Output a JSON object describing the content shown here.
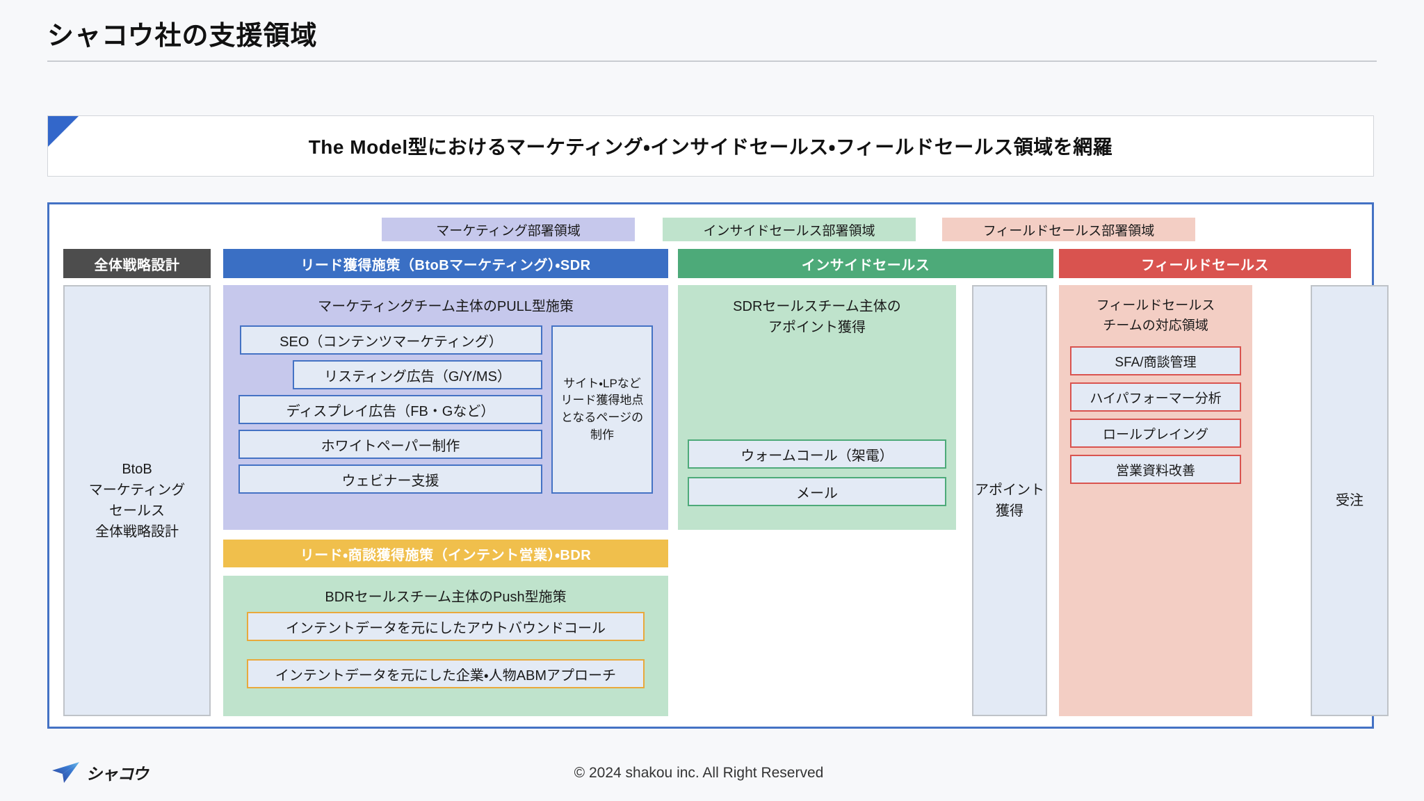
{
  "page": {
    "title": "シャコウ社の支援領域",
    "banner": "The Model型におけるマーケティング・インサイドセールス・フィールドセールス領域を網羅"
  },
  "legend": [
    {
      "label": "マーケティング部署領域",
      "color": "#c6c8ec"
    },
    {
      "label": "インサイドセールス部署領域",
      "color": "#bfe3cc"
    },
    {
      "label": "フィールドセールス部署領域",
      "color": "#f3cec4"
    }
  ],
  "headers": [
    {
      "label": "全体戦略設計",
      "color": "#4d4d4d"
    },
    {
      "label": "リード獲得施策（BtoBマーケティング）・SDR",
      "color": "#3a6fc4"
    },
    {
      "label": "インサイドセールス",
      "color": "#4daa79"
    },
    {
      "label": "フィールドセールス",
      "color": "#d9534f"
    }
  ],
  "columns": {
    "strategy": {
      "label": "BtoB\nマーケティング\nセールス\n全体戦略設計"
    },
    "appointment": {
      "label": "アポイント\n獲得"
    },
    "order": {
      "label": "受注"
    }
  },
  "marketing": {
    "pull": {
      "title": "マーケティングチーム主体のPULL型施策",
      "items": [
        "SEO（コンテンツマーケティング）",
        "リスティング広告（G/Y/MS）",
        "ディスプレイ広告（FB・Gなど）",
        "ホワイトペーパー制作",
        "ウェビナー支援"
      ],
      "side_box": "サイト・LPなど\nリード獲得地点\nとなるページの\n制作"
    },
    "bdr_bar": "リード・商談獲得施策（インテント営業）・BDR",
    "push": {
      "title": "BDRセールスチーム主体のPush型施策",
      "items": [
        "インテントデータを元にしたアウトバウンドコール",
        "インテントデータを元にした企業・人物ABMアプローチ"
      ]
    }
  },
  "inside_sales": {
    "title": "SDRセールスチーム主体の\nアポイント獲得",
    "items": [
      "ウォームコール（架電）",
      "メール"
    ]
  },
  "field_sales": {
    "title": "フィールドセールス\nチームの対応領域",
    "items": [
      "SFA/商談管理",
      "ハイパフォーマー分析",
      "ロールプレイング",
      "営業資料改善"
    ]
  },
  "footer": {
    "logo_text": "シャコウ",
    "copyright": "© 2024 shakou inc. All Right Reserved"
  },
  "colors": {
    "accent_blue": "#4472c4",
    "banner_corner": "#3367ca",
    "marketing": "#c6c8ec",
    "inside_sales": "#bfe3cc",
    "field_sales": "#f3cec4",
    "bdr_orange": "#f0bf4c",
    "box_fill": "#e3eaf5"
  }
}
